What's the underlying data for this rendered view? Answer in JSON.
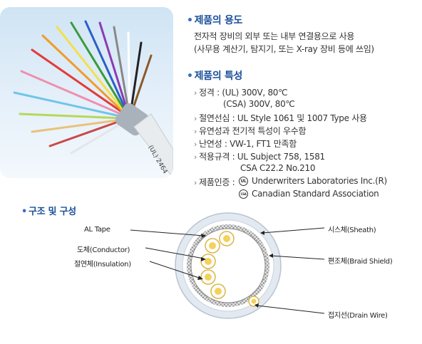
{
  "photo": {
    "cable_marking": "(UL) 2464"
  },
  "usage": {
    "heading": "제품의 용도",
    "line1": "전자적 장비의 외부 또는 내부 연결용으로 사용",
    "line2": "(사무용 계산기, 탐지기, 또는 X-ray 장비 등에 쓰임)"
  },
  "features": {
    "heading": "제품의 특성",
    "rows": [
      "정격 : (UL) 300V, 80℃",
      "(CSA) 300V, 80℃",
      "절연선심 : UL Style 1061 및 1007 Type 사용",
      "유연성과 전기적 특성이 우수함",
      "난연성 : VW-1, FT1 만족함",
      "적용규격 : UL Subject 758, 1581",
      "CSA C22.2 No.210",
      "제품인증 :",
      "Underwriters Laboratories Inc.(R)",
      "Canadian Standard Association"
    ],
    "ul_badge": "UL",
    "csa_badge": "CSA"
  },
  "structure": {
    "heading": "구조 및 구성",
    "labels": {
      "al_tape": "AL  Tape",
      "conductor": "도체(Conductor)",
      "insulation": "절연체(Insulation)",
      "sheath": "시스체(Sheath)",
      "braid": "편조체(Braid Shield)",
      "drain": "접지선(Drain Wire)"
    }
  },
  "colors": {
    "heading": "#1a4f9a",
    "conductor_fill": "#f4d15a",
    "braid": "#7b7b7b",
    "sheath": "#dfe6ef"
  }
}
